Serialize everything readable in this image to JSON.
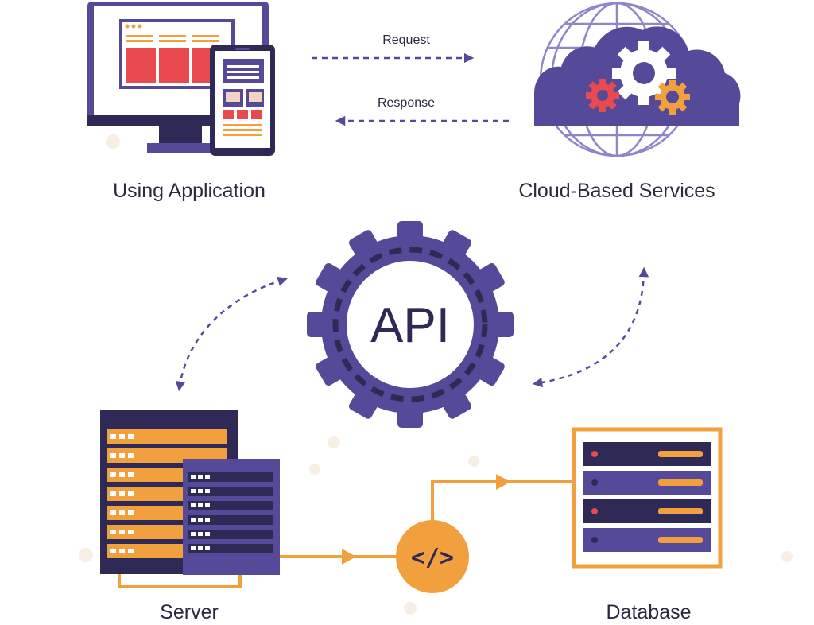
{
  "nodes": {
    "app": "Using Application",
    "cloud": "Cloud-Based Services",
    "server": "Server",
    "database": "Database",
    "api": "API"
  },
  "flows": {
    "request": "Request",
    "response": "Response",
    "code_symbol": "</>"
  },
  "colors": {
    "purple": "#554a99",
    "dark_navy": "#2f2a55",
    "orange": "#f2a03d",
    "red": "#e84a4f",
    "light_purple": "#8d86c9"
  },
  "icons": [
    "desktop-monitor-icon",
    "mobile-phone-icon",
    "cloud-gears-icon",
    "api-gear-icon",
    "server-rack-icon",
    "code-brackets-icon",
    "database-icon"
  ]
}
